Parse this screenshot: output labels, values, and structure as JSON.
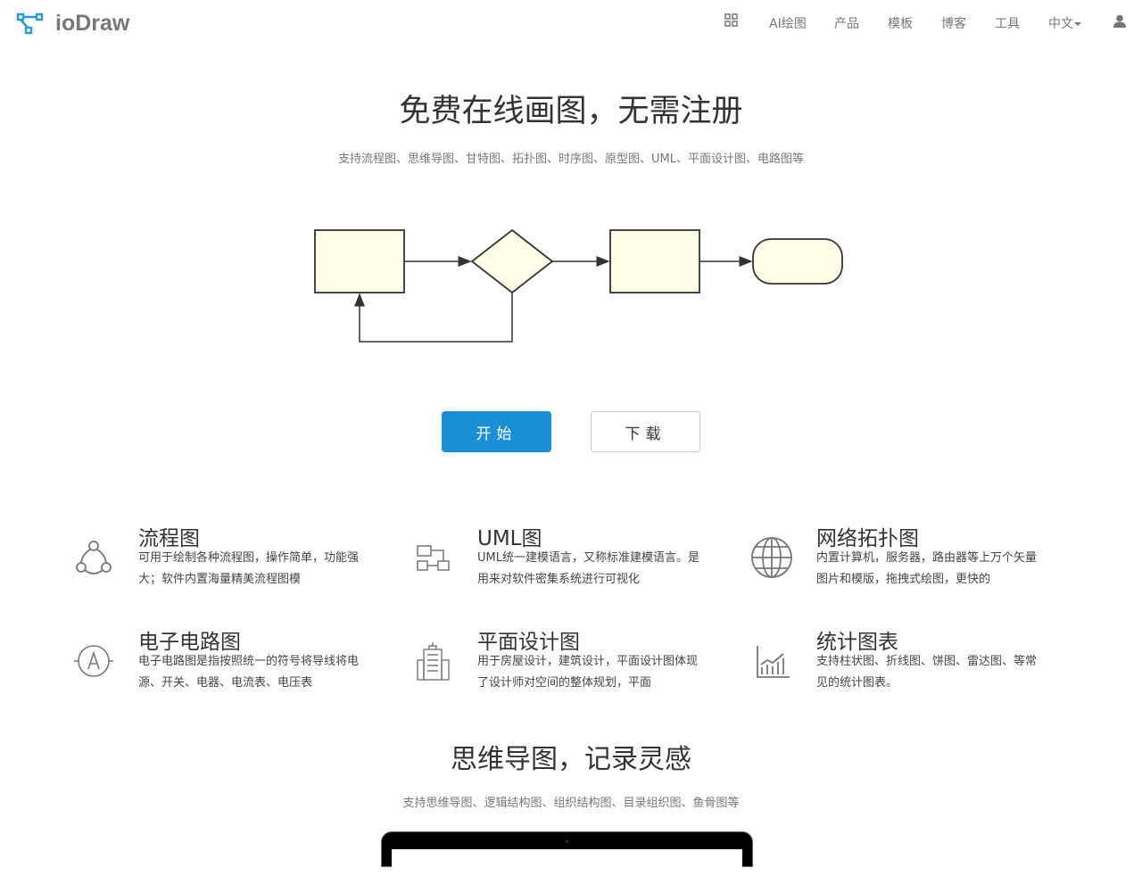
{
  "brand": {
    "name": "ioDraw",
    "accent": "#2a9ad6"
  },
  "nav": {
    "ai": "AI绘图",
    "product": "产品",
    "templates": "模板",
    "blog": "博客",
    "tools": "工具",
    "lang": "中文"
  },
  "hero": {
    "title": "免费在线画图，无需注册",
    "subtitle": "支持流程图、思维导图、甘特图、拓扑图、时序图、原型图、UML、平面设计图、电路图等",
    "start": "开始",
    "download": "下载"
  },
  "features": [
    {
      "title": "流程图",
      "desc": "可用于绘制各种流程图，操作简单，功能强大；软件内置海量精美流程图模",
      "icon": "flow-icon"
    },
    {
      "title": "UML图",
      "desc": "UML统一建模语言，又称标准建模语言。是用来对软件密集系统进行可视化",
      "icon": "uml-icon"
    },
    {
      "title": "网络拓扑图",
      "desc": "内置计算机，服务器，路由器等上万个矢量图片和模版，拖拽式绘图，更快的",
      "icon": "globe-icon"
    },
    {
      "title": "电子电路图",
      "desc": "电子电路图是指按照统一的符号将导线将电源、开关、电器、电流表、电压表",
      "icon": "ammeter-icon"
    },
    {
      "title": "平面设计图",
      "desc": "用于房屋设计，建筑设计，平面设计图体现了设计师对空间的整体规划，平面",
      "icon": "building-icon"
    },
    {
      "title": "统计图表",
      "desc": "支持柱状图、折线图、饼图、雷达图、等常见的统计图表。",
      "icon": "chart-icon"
    }
  ],
  "mind": {
    "title": "思维导图，记录灵感",
    "subtitle": "支持思维导图、逻辑结构图、组织结构图、目录组织图、鱼骨图等"
  }
}
